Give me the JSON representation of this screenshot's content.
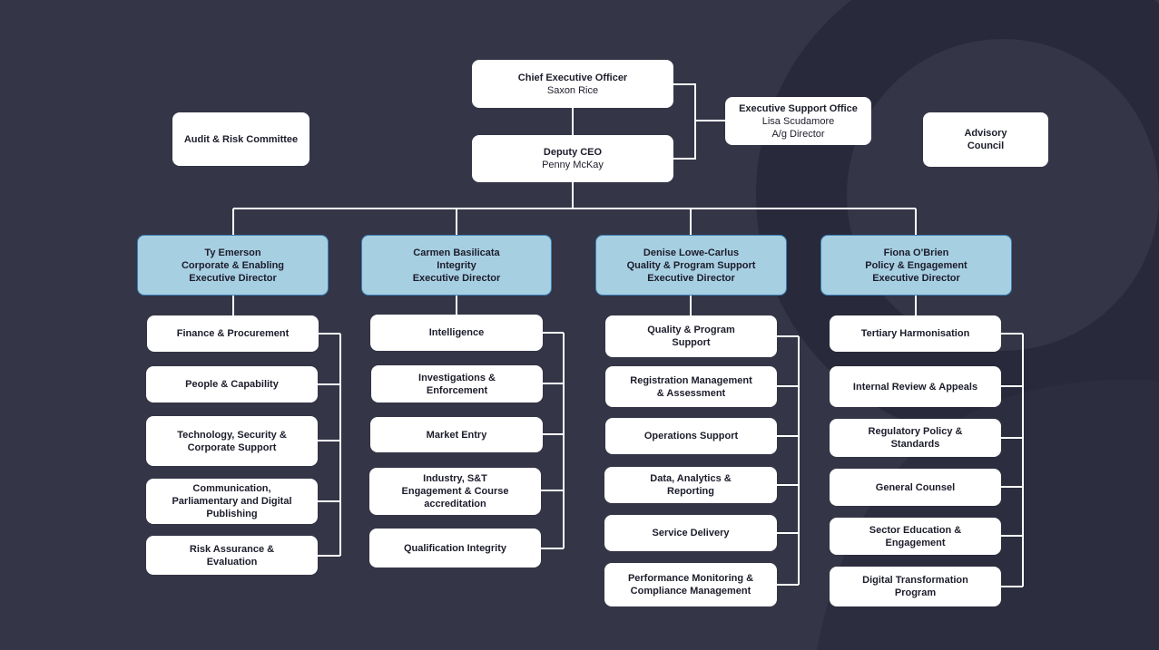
{
  "executive": {
    "ceo": {
      "title": "Chief Executive Officer",
      "name": "Saxon Rice"
    },
    "deputy": {
      "title": "Deputy CEO",
      "name": "Penny McKay"
    },
    "support_office": {
      "title": "Executive Support Office",
      "name": "Lisa Scudamore",
      "role": "A/g Director"
    }
  },
  "committees": {
    "audit": "Audit & Risk Committee",
    "advisory_line1": "Advisory",
    "advisory_line2": "Council"
  },
  "directors": [
    {
      "name": "Ty Emerson",
      "portfolio": "Corporate & Enabling",
      "role": "Executive Director"
    },
    {
      "name": "Carmen Basilicata",
      "portfolio": "Integrity",
      "role": "Executive Director"
    },
    {
      "name": "Denise Lowe-Carlus",
      "portfolio": "Quality & Program Support",
      "role": "Executive Director"
    },
    {
      "name": "Fiona O'Brien",
      "portfolio": "Policy & Engagement",
      "role": "Executive Director"
    }
  ],
  "units": {
    "corporate": [
      [
        "Finance & Procurement"
      ],
      [
        "People & Capability"
      ],
      [
        "Technology, Security &",
        "Corporate Support"
      ],
      [
        "Communication,",
        "Parliamentary and Digital",
        "Publishing"
      ],
      [
        "Risk Assurance &",
        "Evaluation"
      ]
    ],
    "integrity": [
      [
        "Intelligence"
      ],
      [
        "Investigations &",
        "Enforcement"
      ],
      [
        "Market Entry"
      ],
      [
        "Industry, S&T",
        "Engagement & Course",
        "accreditation"
      ],
      [
        "Qualification Integrity"
      ]
    ],
    "quality": [
      [
        "Quality & Program",
        "Support"
      ],
      [
        "Registration Management",
        "& Assessment"
      ],
      [
        "Operations Support"
      ],
      [
        "Data, Analytics &",
        "Reporting"
      ],
      [
        "Service Delivery"
      ],
      [
        "Performance Monitoring &",
        "Compliance Management"
      ]
    ],
    "policy": [
      [
        "Tertiary Harmonisation"
      ],
      [
        "Internal Review & Appeals"
      ],
      [
        "Regulatory Policy &",
        "Standards"
      ],
      [
        "General Counsel"
      ],
      [
        "Sector Education &",
        "Engagement"
      ],
      [
        "Digital Transformation",
        "Program"
      ]
    ]
  },
  "colors": {
    "background": "#343546",
    "director_fill": "#a7cfe2",
    "director_border": "#3d7fb5",
    "connector": "#ffffff"
  }
}
